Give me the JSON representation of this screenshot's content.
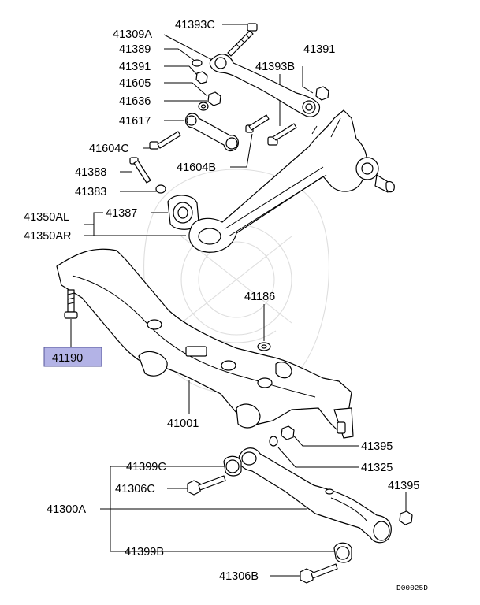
{
  "labels": {
    "p41393C": "41393C",
    "p41309A": "41309A",
    "p41389": "41389",
    "p41391a": "41391",
    "p41391b": "41391",
    "p41393B": "41393B",
    "p41605": "41605",
    "p41636": "41636",
    "p41617": "41617",
    "p41604C": "41604C",
    "p41604B": "41604B",
    "p41388": "41388",
    "p41383": "41383",
    "p41350AL": "41350AL",
    "p41350AR": "41350AR",
    "p41387": "41387",
    "p41186": "41186",
    "p41190": "41190",
    "p41001": "41001",
    "p41395a": "41395",
    "p41325": "41325",
    "p41399C": "41399C",
    "p41306C": "41306C",
    "p41395b": "41395",
    "p41300A": "41300A",
    "p41399B": "41399B",
    "p41306B": "41306B"
  },
  "diagram_code": "D00025D",
  "colors": {
    "highlight_fill": "#b3b3e6",
    "highlight_stroke": "#555599"
  }
}
